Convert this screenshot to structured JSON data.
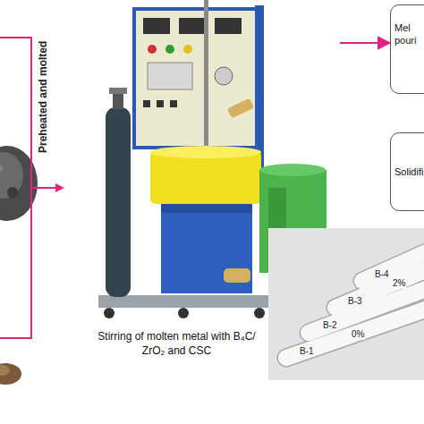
{
  "diagram": {
    "nodes": [
      {
        "text": [
          "Stirring of molten metal with B₄C/ ZrO₂ and CSC"
        ]
      },
      {
        "text": [
          "Mel pouri"
        ]
      },
      {
        "text": [
          "Solidifi"
        ]
      }
    ],
    "edges": [
      {
        "from": 0,
        "to": 1,
        "arrow": "to"
      }
    ],
    "labels": [
      "Preheated and molted",
      "B-4",
      "B-3",
      "2%",
      "B-2",
      "B-1",
      "0%"
    ]
  }
}
